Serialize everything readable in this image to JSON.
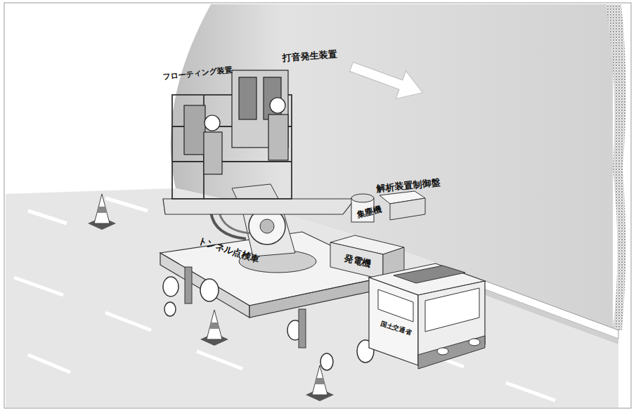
{
  "diagram": {
    "labels": [
      "フローティング装置",
      "打音発生装置",
      "解析装置制御盤",
      "集塵機",
      "トンネル点検車",
      "発電機",
      "国土交通省"
    ]
  }
}
